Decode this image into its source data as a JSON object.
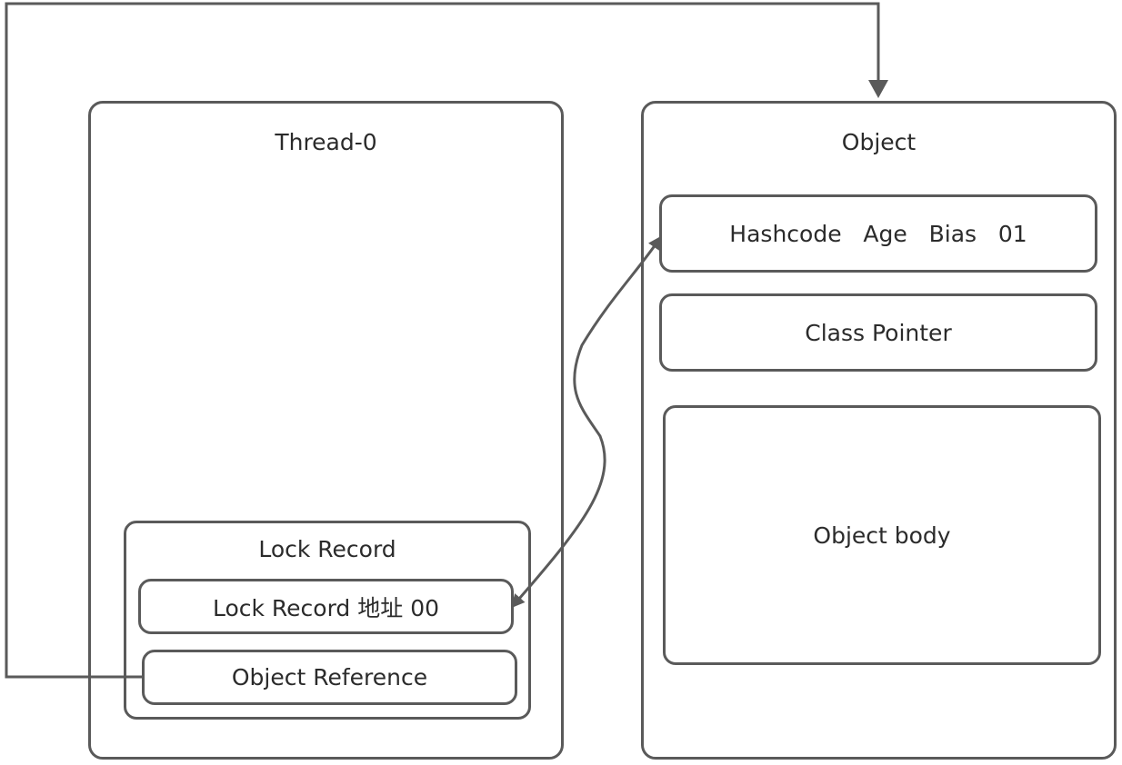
{
  "thread": {
    "title": "Thread-0",
    "lock_record": {
      "title": "Lock Record",
      "address_field": "Lock Record 地址 00",
      "object_reference_field": "Object Reference"
    }
  },
  "object": {
    "title": "Object",
    "header_field": "Hashcode   Age   Bias   01",
    "class_pointer_field": "Class Pointer",
    "body_field": "Object body"
  },
  "colors": {
    "stroke": "#5a5a5a",
    "text": "#2b2b2b",
    "background": "#ffffff"
  }
}
